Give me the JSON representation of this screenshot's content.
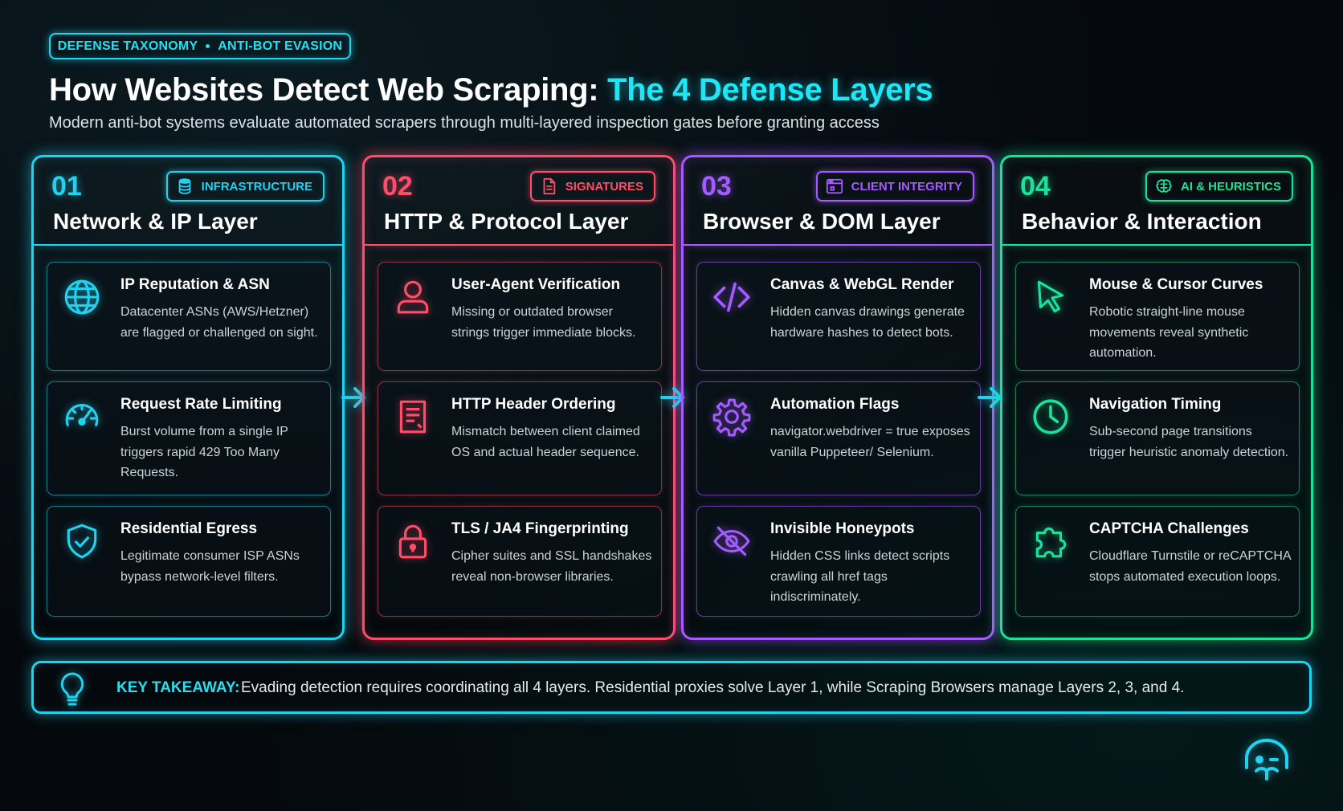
{
  "header": {
    "tag_left": "DEFENSE TAXONOMY",
    "tag_right": "ANTI-BOT EVASION",
    "title_main": "How Websites Detect Web Scraping: ",
    "title_accent": "The 4 Defense Layers",
    "subtitle": "Modern anti-bot systems evaluate automated scrapers through multi-layered inspection gates before granting access"
  },
  "colors": {
    "layer1": "#1fd3f0",
    "layer2": "#ff4d6a",
    "layer3": "#a45bff",
    "layer4": "#19e39a"
  },
  "layers": [
    {
      "num": "01",
      "name": "Network & IP Layer",
      "badge": "INFRASTRUCTURE",
      "badge_icon": "database-icon",
      "cards": [
        {
          "icon": "globe-icon",
          "title": "IP Reputation & ASN",
          "desc": "Datacenter ASNs (AWS/Hetzner) are flagged or challenged on sight."
        },
        {
          "icon": "speedometer-icon",
          "title": "Request Rate Limiting",
          "desc": "Burst volume from a single IP triggers rapid 429 Too Many Requests."
        },
        {
          "icon": "shield-check-icon",
          "title": "Residential Egress",
          "desc": "Legitimate consumer ISP ASNs bypass network-level filters."
        }
      ]
    },
    {
      "num": "02",
      "name": "HTTP & Protocol Layer",
      "badge": "SIGNATURES",
      "badge_icon": "document-icon",
      "cards": [
        {
          "icon": "user-icon",
          "title": "User-Agent Verification",
          "desc": "Missing or outdated browser strings trigger immediate blocks."
        },
        {
          "icon": "list-document-icon",
          "title": "HTTP Header Ordering",
          "desc": "Mismatch between client claimed OS and actual header sequence."
        },
        {
          "icon": "lock-icon",
          "title": "TLS / JA4 Fingerprinting",
          "desc": "Cipher suites and SSL handshakes reveal non-browser libraries."
        }
      ]
    },
    {
      "num": "03",
      "name": "Browser & DOM Layer",
      "badge": "CLIENT INTEGRITY",
      "badge_icon": "browser-window-icon",
      "cards": [
        {
          "icon": "code-icon",
          "title": "Canvas & WebGL Render",
          "desc": "Hidden canvas drawings generate hardware hashes to detect bots."
        },
        {
          "icon": "gear-icon",
          "title": "Automation Flags",
          "desc": "navigator.webdriver = true exposes vanilla Puppeteer/ Selenium."
        },
        {
          "icon": "eye-off-icon",
          "title": "Invisible Honeypots",
          "desc": "Hidden CSS links detect scripts crawling all href tags indiscriminately."
        }
      ]
    },
    {
      "num": "04",
      "name": "Behavior & Interaction",
      "badge": "AI & HEURISTICS",
      "badge_icon": "brain-icon",
      "cards": [
        {
          "icon": "cursor-icon",
          "title": "Mouse & Cursor Curves",
          "desc": "Robotic straight-line mouse movements reveal synthetic automation."
        },
        {
          "icon": "clock-icon",
          "title": "Navigation Timing",
          "desc": "Sub-second page transitions trigger heuristic anomaly detection."
        },
        {
          "icon": "puzzle-icon",
          "title": "CAPTCHA Challenges",
          "desc": "Cloudflare Turnstile or reCAPTCHA stops automated execution loops."
        }
      ]
    }
  ],
  "takeaway": {
    "icon": "lightbulb-icon",
    "label": "KEY TAKEAWAY:",
    "text": "Evading detection requires coordinating all 4 layers. Residential proxies solve Layer 1, while Scraping Browsers manage Layers 2, 3, and 4."
  },
  "logo_icon": "bot-face-logo-icon"
}
